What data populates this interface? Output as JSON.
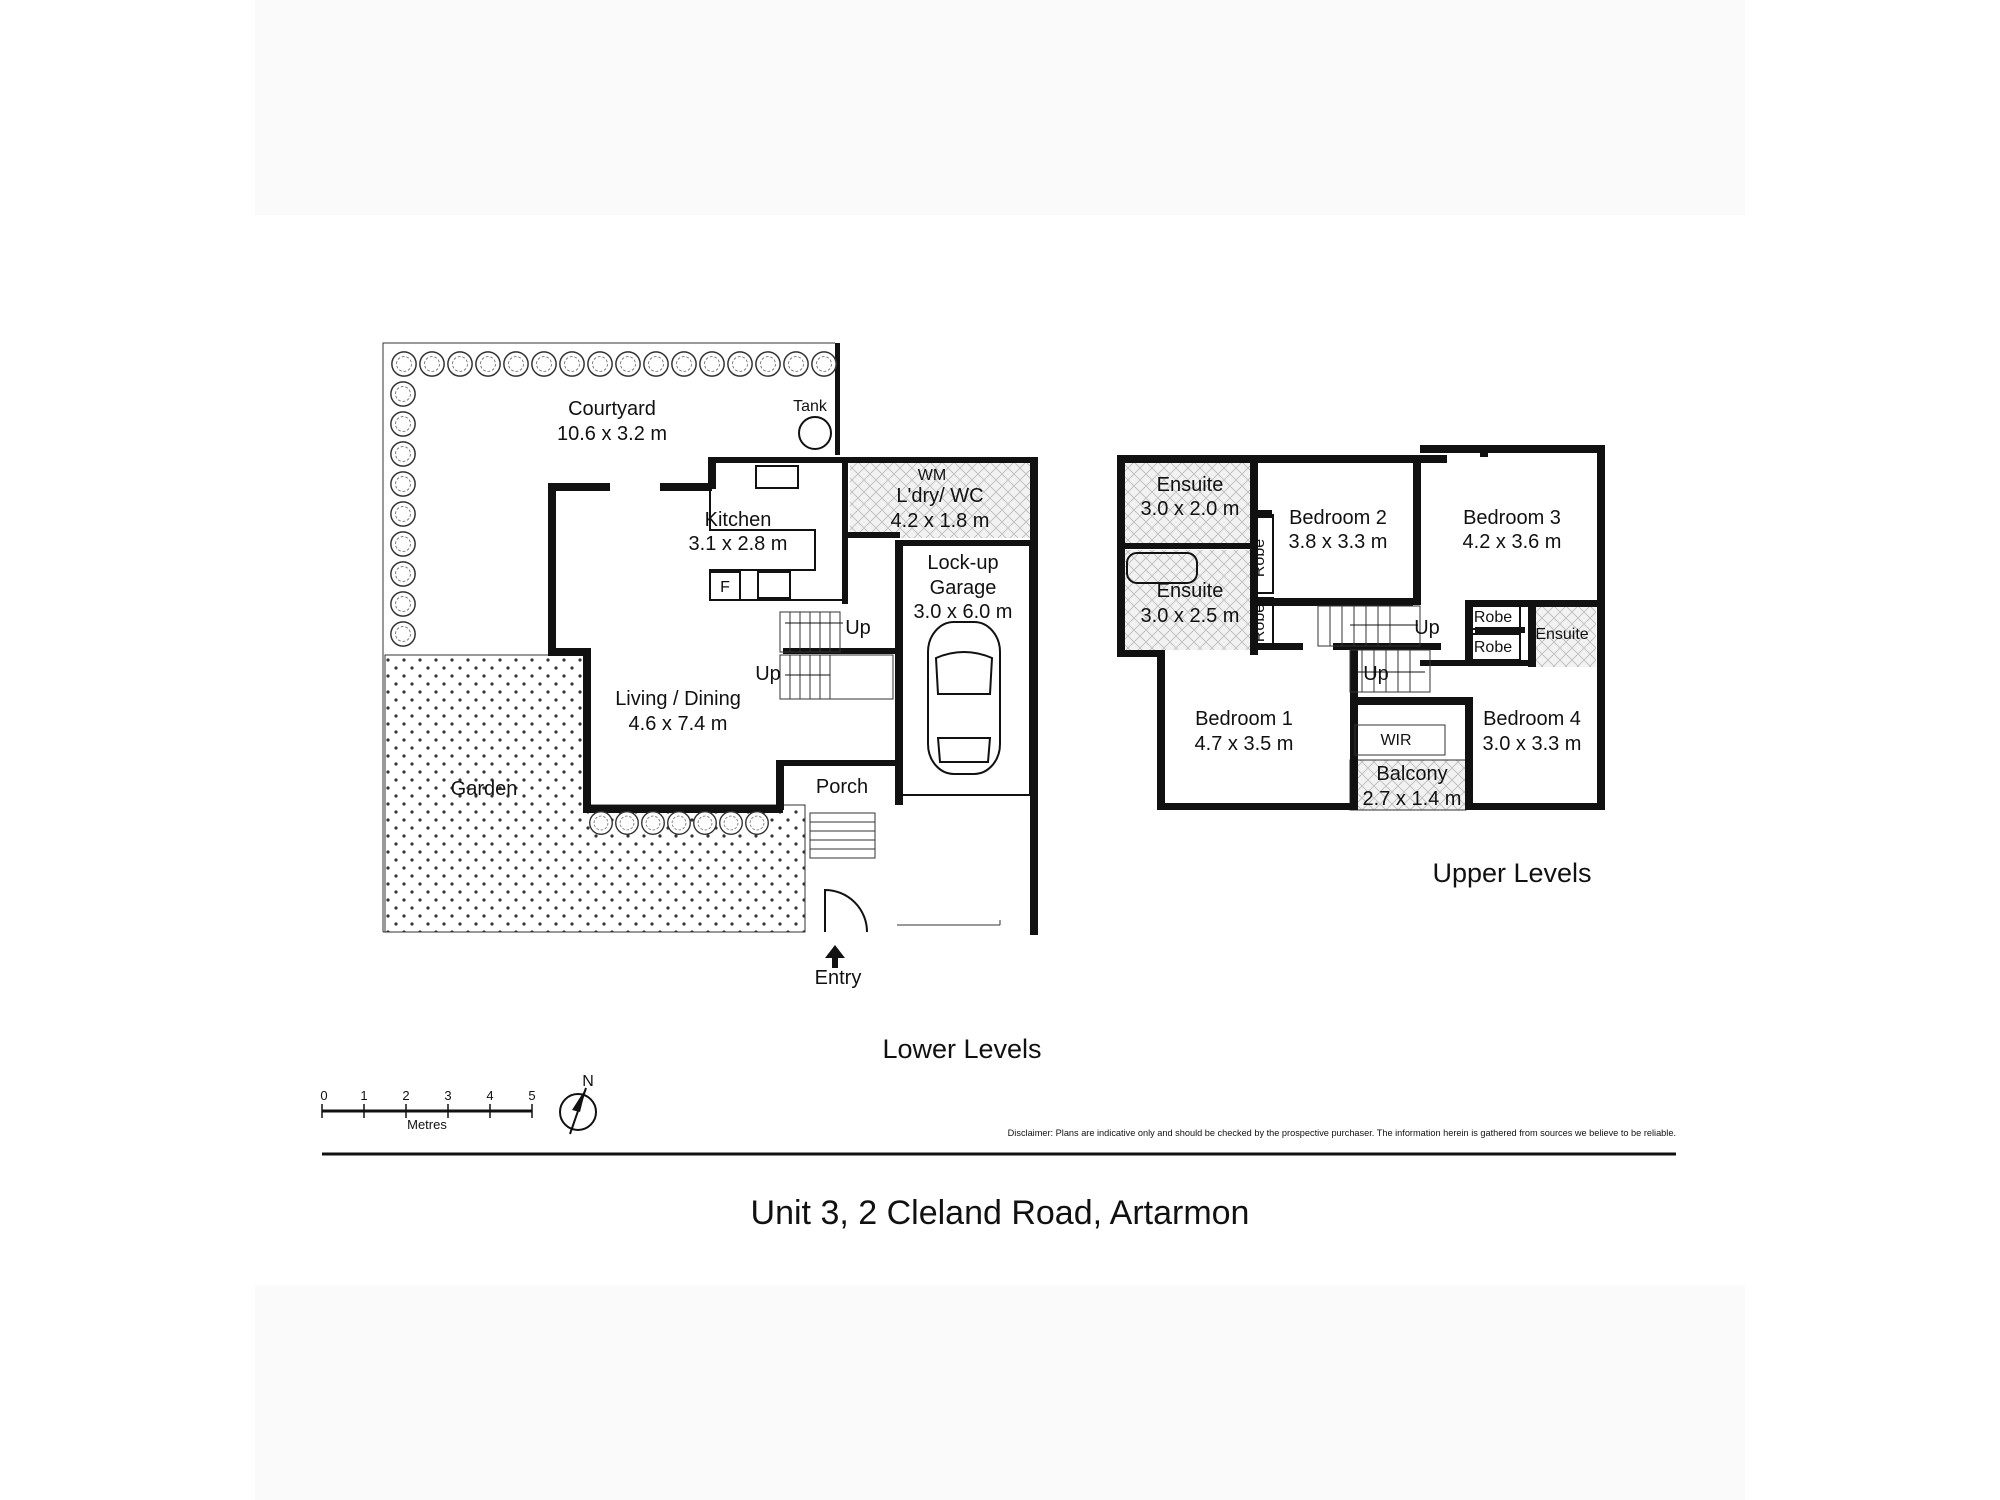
{
  "title": "Unit 3, 2 Cleland Road, Artarmon",
  "disclaimer": "Disclaimer: Plans are indicative only and should be checked by the prospective purchaser. The information herein is gathered from sources we believe to be reliable.",
  "lower_levels": {
    "caption": "Lower Levels",
    "entry": "Entry",
    "rooms": {
      "courtyard": {
        "name": "Courtyard",
        "size": "10.6 x 3.2 m"
      },
      "tank": {
        "name": "Tank"
      },
      "laundry": {
        "name": "L'dry/ WC",
        "size": "4.2 x 1.8 m",
        "wm": "WM"
      },
      "kitchen": {
        "name": "Kitchen",
        "size": "3.1 x 2.8 m",
        "fridge": "F"
      },
      "garage": {
        "line1": "Lock-up",
        "line2": "Garage",
        "size": "3.0 x 6.0 m"
      },
      "living": {
        "name": "Living / Dining",
        "size": "4.6 x 7.4 m"
      },
      "garden": {
        "name": "Garden"
      },
      "porch": {
        "name": "Porch"
      }
    },
    "stairs": [
      "Up",
      "Up"
    ]
  },
  "upper_levels": {
    "caption": "Upper Levels",
    "rooms": {
      "ensuite_1": {
        "name": "Ensuite",
        "size": "3.0 x 2.0 m"
      },
      "ensuite_2": {
        "name": "Ensuite",
        "size": "3.0 x 2.5 m"
      },
      "ensuite_3": {
        "name": "Ensuite"
      },
      "bedroom_1": {
        "name": "Bedroom 1",
        "size": "4.7 x 3.5 m"
      },
      "bedroom_2": {
        "name": "Bedroom 2",
        "size": "3.8 x 3.3 m"
      },
      "bedroom_3": {
        "name": "Bedroom 3",
        "size": "4.2 x 3.6 m"
      },
      "bedroom_4": {
        "name": "Bedroom 4",
        "size": "3.0 x 3.3 m"
      },
      "wir": {
        "name": "WIR"
      },
      "balcony": {
        "name": "Balcony",
        "size": "2.7 x 1.4 m"
      },
      "robes": [
        "Robe",
        "Robe",
        "Robe",
        "Robe"
      ]
    },
    "stairs": [
      "Up",
      "Up"
    ]
  },
  "scale_bar": {
    "ticks": [
      "0",
      "1",
      "2",
      "3",
      "4",
      "5"
    ],
    "unit": "Metres"
  },
  "north": "N"
}
